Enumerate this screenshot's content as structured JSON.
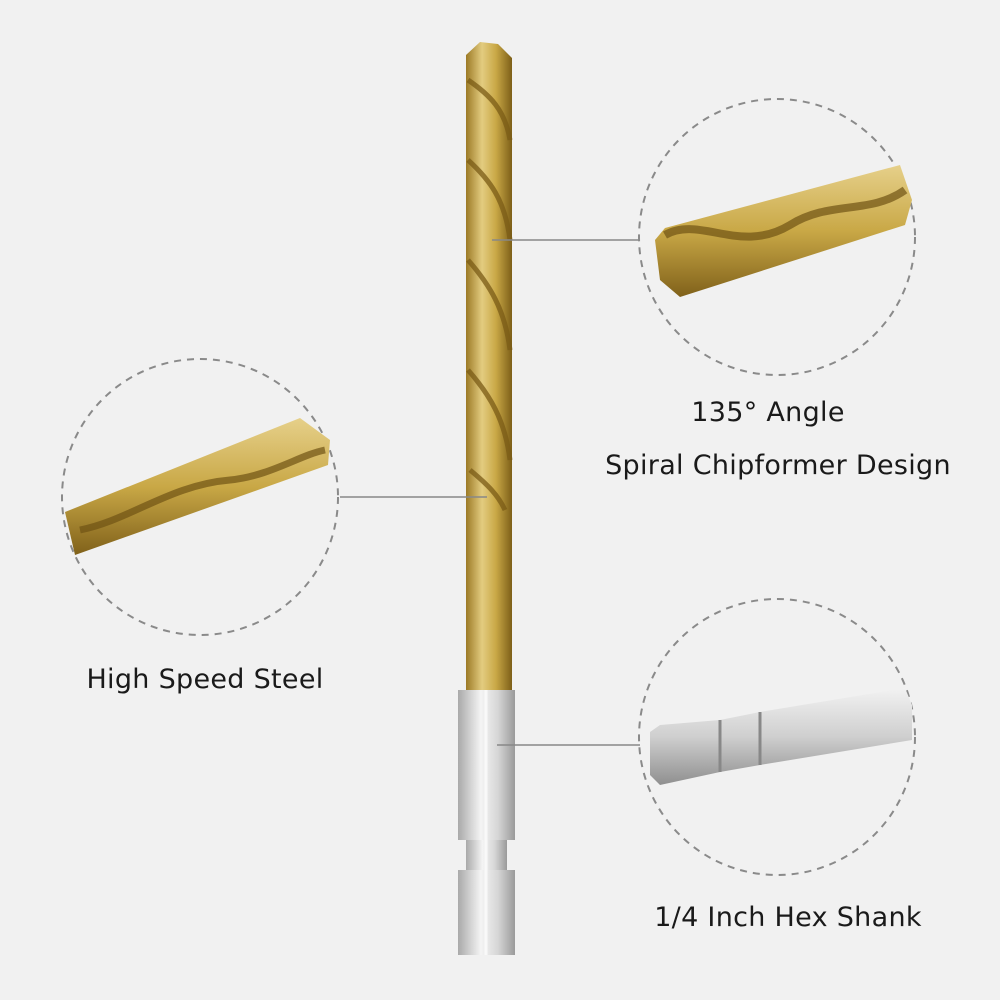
{
  "colors": {
    "background": "#f1f1f1",
    "gold": "#c9a846",
    "gold_dark": "#8a6a1c",
    "silver": "#d8d8d8",
    "dashed_circle": "#8a8a8a"
  },
  "features": {
    "tip": {
      "line1": "135° Angle",
      "line2": "Spiral Chipformer Design"
    },
    "body": {
      "label": "High Speed Steel"
    },
    "shank": {
      "label": "1/4 Inch Hex Shank"
    }
  }
}
